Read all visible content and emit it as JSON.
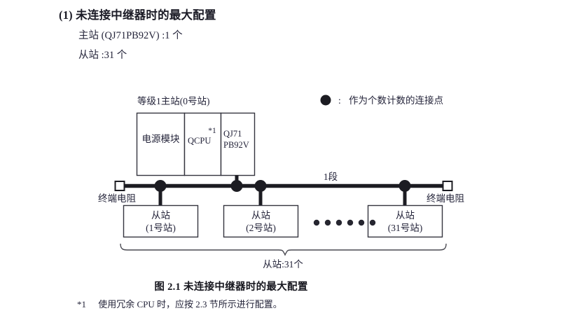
{
  "section": {
    "number": "(1)",
    "title": "未连接中继器时的最大配置",
    "lines": [
      "主站 (QJ71PB92V) :1 个",
      "从站 :31 个"
    ]
  },
  "diagram": {
    "master_group_label": "等级1主站(0号站)",
    "legend": {
      "symbol": "●",
      "separator": ":",
      "text": "作为个数计数的连接点"
    },
    "master_modules": [
      {
        "name": "power-module",
        "label": "电源模块",
        "note": ""
      },
      {
        "name": "cpu-module",
        "label": "QCPU",
        "note": "*1"
      },
      {
        "name": "network-module",
        "label_line1": "QJ71",
        "label_line2": "PB92V",
        "note": ""
      }
    ],
    "segment_label": "1段",
    "terminator_left_label": "终端电阻",
    "terminator_right_label": "终端电阻",
    "slaves": [
      {
        "name": "slave-1",
        "line1": "从站",
        "line2": "(1号站)"
      },
      {
        "name": "slave-2",
        "line1": "从站",
        "line2": "(2号站)"
      },
      {
        "name": "slave-31",
        "line1": "从站",
        "line2": "(31号站)"
      }
    ],
    "ellipsis_dot_count": 6,
    "brace_label": "从站:31个"
  },
  "caption": "图 2.1  未连接中继器时的最大配置",
  "footnote": {
    "mark": "*1",
    "text": "使用冗余 CPU 时，应按 2.3 节所示进行配置。"
  },
  "colors": {
    "ink": "#23232e",
    "line": "#1c1c22",
    "box_stroke": "#35353f",
    "paper": "#ffffff"
  }
}
